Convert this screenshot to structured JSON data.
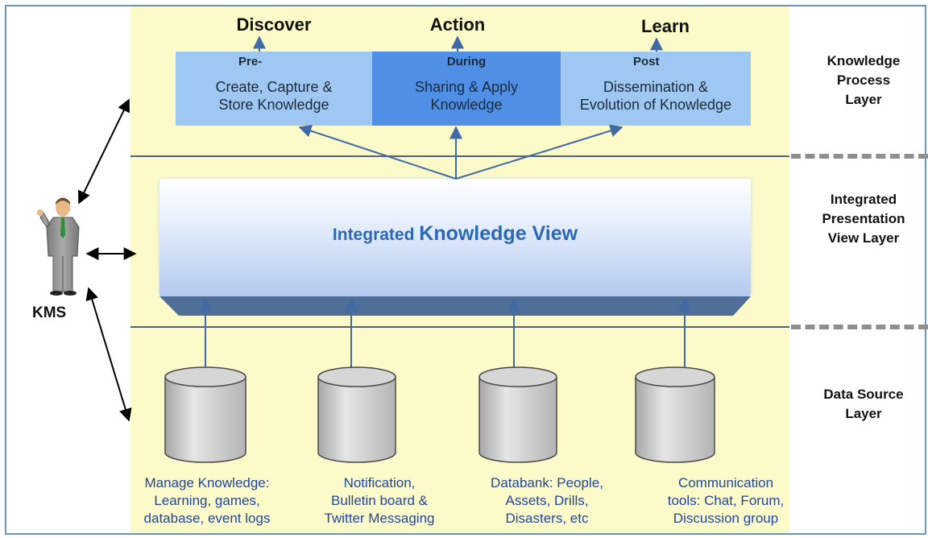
{
  "stages": {
    "discover": "Discover",
    "action": "Action",
    "learn": "Learn"
  },
  "phases": [
    {
      "header": "Pre-",
      "line1": "Create, Capture &",
      "line2": "Store Knowledge"
    },
    {
      "header": "During",
      "line1": "Sharing & Apply",
      "line2": "Knowledge"
    },
    {
      "header": "Post",
      "line1": "Dissemination &",
      "line2": "Evolution of Knowledge"
    }
  ],
  "view": {
    "prefix": "Integrated ",
    "main": "Knowledge View"
  },
  "layers": {
    "process": [
      "Knowledge",
      "Process",
      "Layer"
    ],
    "presentation": [
      "Integrated",
      "Presentation",
      "View Layer"
    ],
    "data": [
      "Data Source",
      "Layer"
    ]
  },
  "sources": [
    [
      "Manage Knowledge:",
      "Learning, games,",
      "database, event logs"
    ],
    [
      "Notification,",
      "Bulletin board &",
      "Twitter Messaging"
    ],
    [
      "Databank: People,",
      "Assets, Drills,",
      "Disasters, etc"
    ],
    [
      "Communication",
      "tools: Chat, Forum,",
      "Discussion group"
    ]
  ],
  "actor": {
    "label": "KMS"
  },
  "colors": {
    "panel": "#fbfac8",
    "phase_light": "#9ec8f2",
    "phase_dark": "#4f8fe6",
    "view_text": "#2c68b4",
    "source_text": "#24469a",
    "arrow": "#3f6aa6"
  }
}
